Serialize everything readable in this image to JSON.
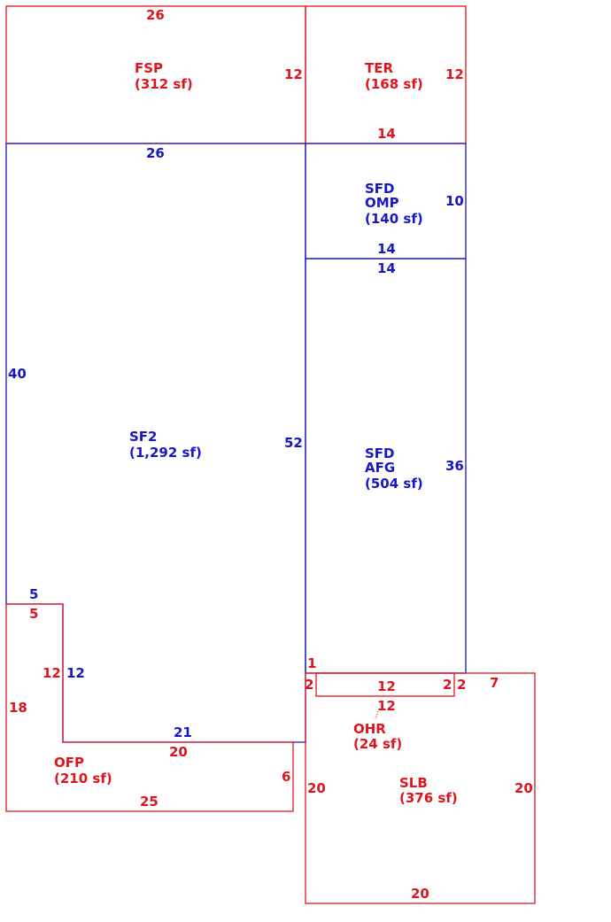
{
  "colors": {
    "red": "#e0141e",
    "blue": "#1717c4"
  },
  "areas": {
    "fsp": {
      "name": "FSP",
      "area": "(312 sf)"
    },
    "ter": {
      "name": "TER",
      "area": "(168 sf)"
    },
    "sfd_omp": {
      "line1": "SFD",
      "line2": "OMP",
      "area": "(140 sf)"
    },
    "sf2": {
      "name": "SF2",
      "area": "(1,292 sf)"
    },
    "sfd_afg": {
      "line1": "SFD",
      "line2": "AFG",
      "area": "(504 sf)"
    },
    "ohr": {
      "name": "OHR",
      "area": "(24 sf)"
    },
    "slb": {
      "name": "SLB",
      "area": "(376 sf)"
    },
    "ofp": {
      "name": "OFP",
      "area": "(210 sf)"
    }
  },
  "dimensions": {
    "fsp_top": "26",
    "fsp_right": "12",
    "ter_right": "12",
    "ter_bottom": "14",
    "sf2_top": "26",
    "sf2_left": "40",
    "sf2_right": "52",
    "sf2_notch_top": "5",
    "sf2_notch_side": "12",
    "sf2_bottom": "21",
    "omp_right": "10",
    "omp_bottom": "14",
    "afg_top": "14",
    "afg_right": "36",
    "ohr_small_left": "1",
    "ohr_left": "2",
    "ohr_top": "12",
    "ohr_right": "2",
    "ohr_bottom": "12",
    "slb_top": "7",
    "slb_left": "20",
    "slb_right": "20",
    "slb_bottom": "20",
    "slb_small_right": "2",
    "ofp_top": "5",
    "ofp_inner": "12",
    "ofp_left": "18",
    "ofp_mid": "20",
    "ofp_right": "6",
    "ofp_bottom": "25"
  }
}
